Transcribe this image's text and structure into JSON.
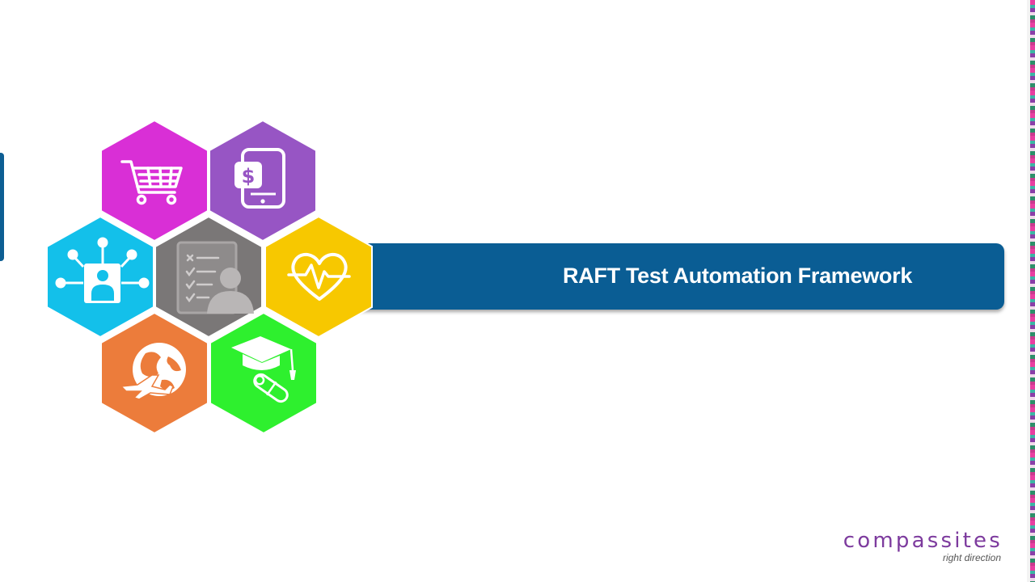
{
  "slide": {
    "title": "RAFT Test Automation Framework"
  },
  "logo": {
    "name": "compassites",
    "tagline": "right direction"
  },
  "hexagons": [
    {
      "name": "shopping-cart-icon",
      "color": "#d92fd6"
    },
    {
      "name": "mobile-payment-icon",
      "color": "#9755c4"
    },
    {
      "name": "network-user-icon",
      "color": "#13c0ea"
    },
    {
      "name": "checklist-user-icon",
      "color": "#7a7777"
    },
    {
      "name": "heart-health-icon",
      "color": "#f7c800"
    },
    {
      "name": "globe-travel-icon",
      "color": "#ec7c3b"
    },
    {
      "name": "graduation-icon",
      "color": "#2ef02e"
    }
  ],
  "colors": {
    "banner": "#0a5d94",
    "logo": "#7d3b9e"
  }
}
